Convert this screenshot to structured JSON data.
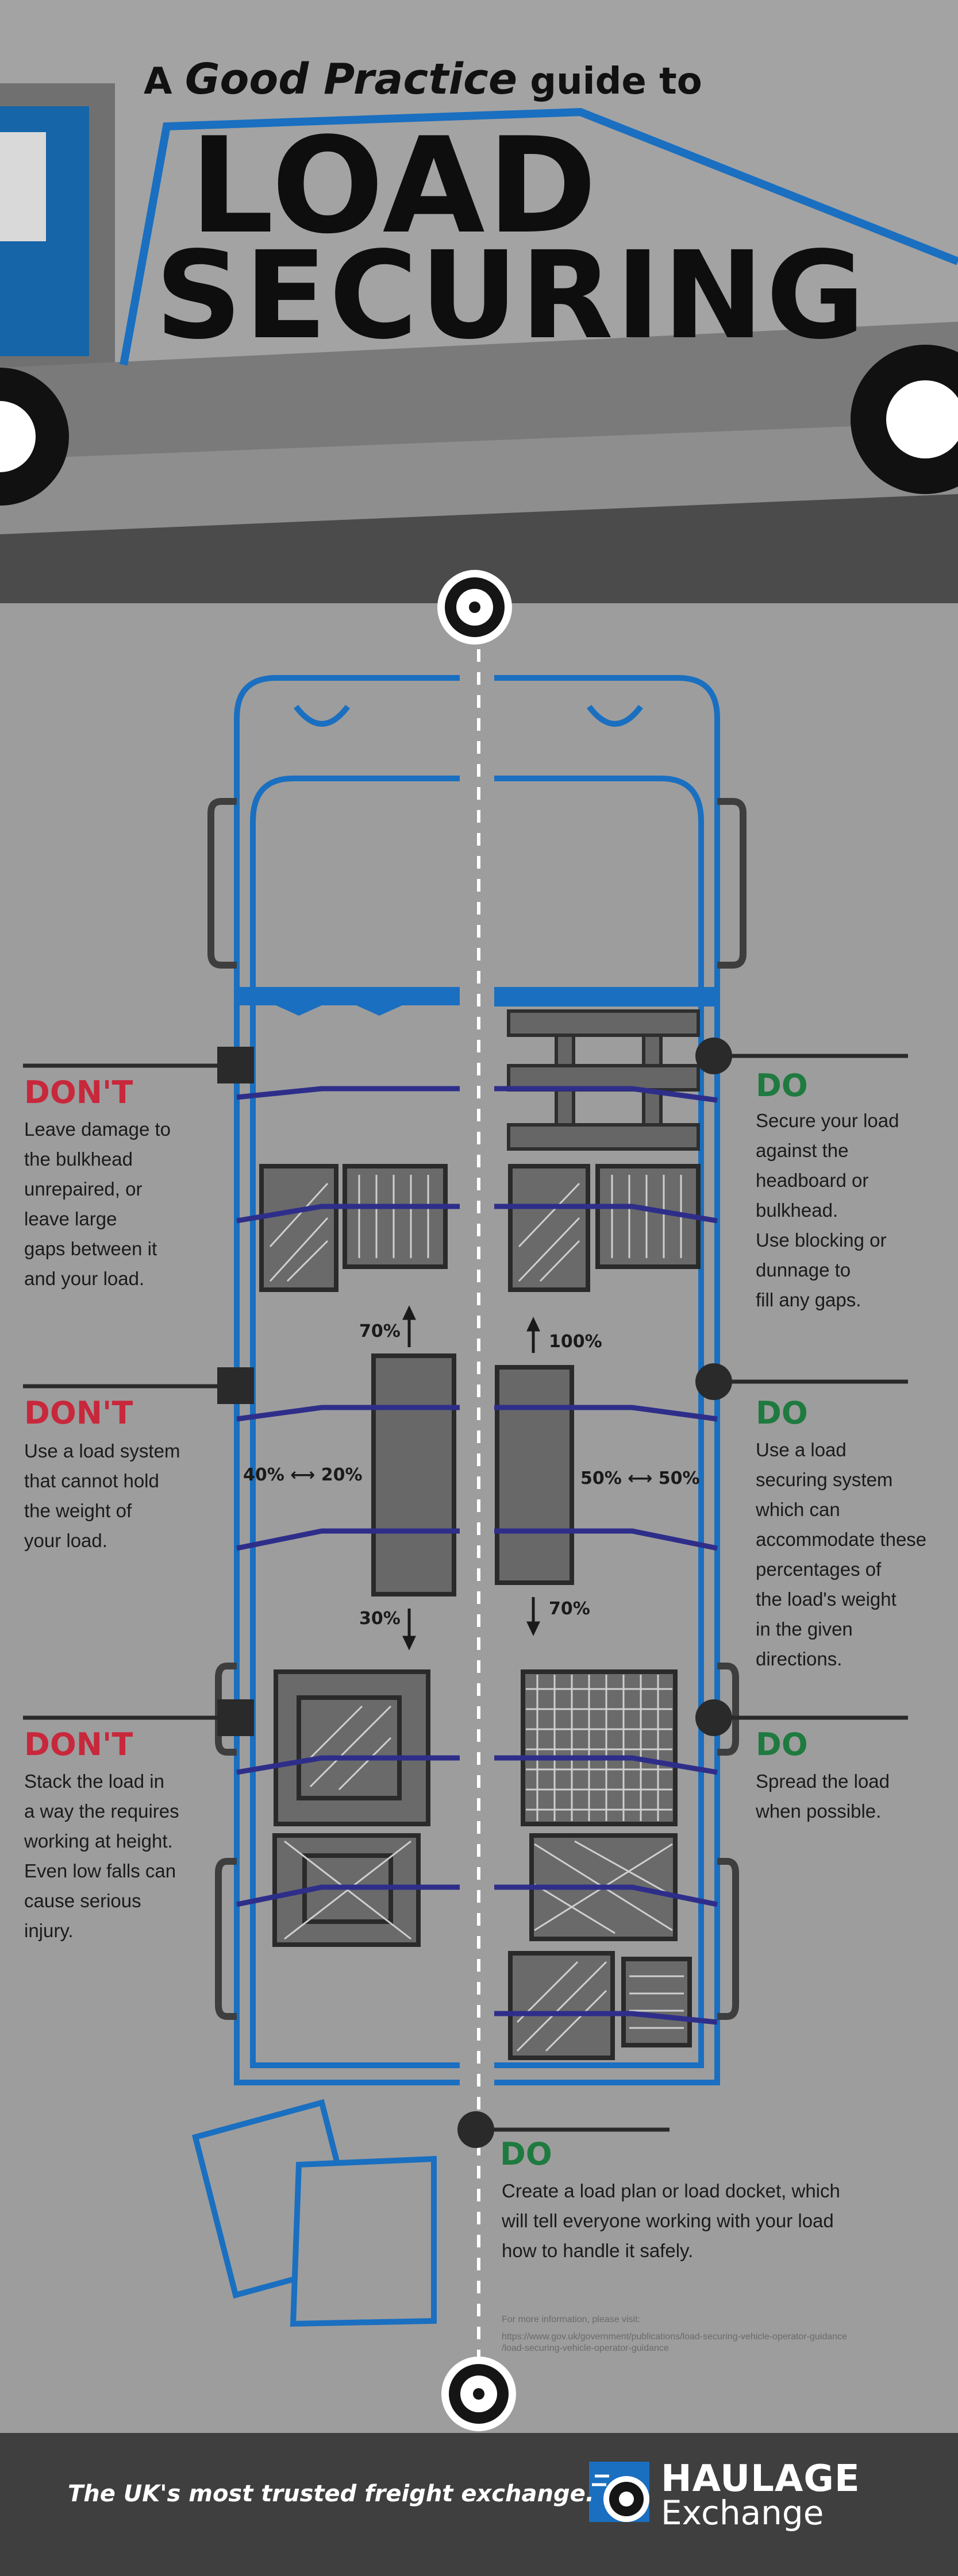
{
  "title": {
    "prefix": "A",
    "emphasis": "Good Practice",
    "suffix": "guide to",
    "line1": "LOAD",
    "line2": "SECURING"
  },
  "sections": [
    {
      "dont_label": "DON'T",
      "dont_text": "Leave damage to\nthe bulkhead\nunrepaired, or\nleave large\ngaps between it\nand your load.",
      "do_label": "DO",
      "do_text": "Secure your load\nagainst the\nheadboard or\nbulkhead.\nUse blocking or\ndunnage to\nfill any gaps."
    },
    {
      "dont_label": "DON'T",
      "dont_text": "Use a load system\nthat cannot hold\nthe weight of\nyour load.",
      "do_label": "DO",
      "do_text": "Use a load\nsecuring system\nwhich can\naccommodate these\npercentages of\nthe load's weight\nin the given\ndirections."
    },
    {
      "dont_label": "DON'T",
      "dont_text": "Stack the load in\na way the requires\nworking at height.\nEven low falls can\ncause serious\n injury.",
      "do_label": "DO",
      "do_text": "Spread the load\nwhen possible."
    }
  ],
  "percentages": {
    "left_forward": "70%",
    "left_sides": "40% ⟷ 20%",
    "left_back": "30%",
    "right_forward": "100%",
    "right_sides": "50% ⟷ 50%",
    "right_back": "70%"
  },
  "plan": {
    "label": "DO",
    "text": "Create a load plan or load docket, which\nwill tell everyone working with your load\nhow to handle it safely."
  },
  "more_info": {
    "label": "For more information, please visit:",
    "url": "https://www.gov.uk/government/publications/load-securing-vehicle-operator-guidance\n/load-securing-vehicle-operator-guidance"
  },
  "footer": {
    "tagline": "The UK's most trusted freight exchange.",
    "brand_line1": "HAULAGE",
    "brand_line2": "Exchange"
  },
  "colors": {
    "background": "#9d9d9d",
    "truck_blue": "#1a6fc0",
    "strap": "#2e2e8a",
    "dont": "#c8283c",
    "do": "#1f7a3f",
    "footer": "#3f3f3f"
  }
}
